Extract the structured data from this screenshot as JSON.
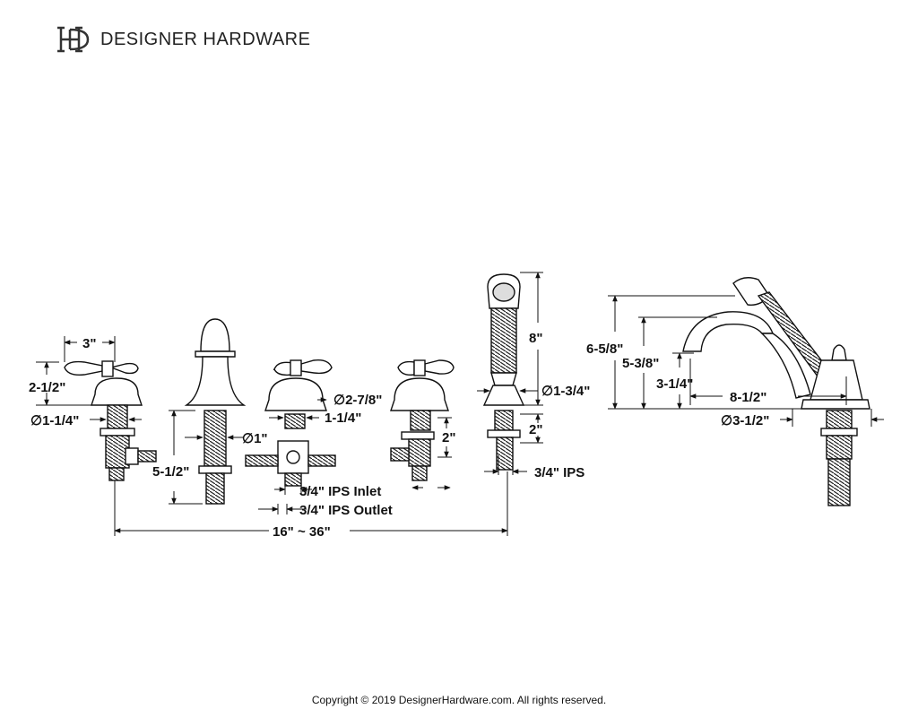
{
  "brand": {
    "name": "DESIGNER HARDWARE",
    "logo_icon": "dh-monogram-icon"
  },
  "dimensions": {
    "handle_width": "3\"",
    "handle_height": "2-1/2\"",
    "valve_diameter": "∅1-1/4\"",
    "spout_height": "5-1/2\"",
    "shank_diameter": "∅1\"",
    "diverter_diameter": "∅2-7/8\"",
    "diverter_flange": "1-1/4\"",
    "diverter_inlet": "3/4\" IPS Inlet",
    "diverter_outlet": "3/4\" IPS Outlet",
    "shank_length": "2\"",
    "spread": "16\" ~ 36\"",
    "handshower_height": "8\"",
    "handshower_diameter": "∅1-3/4\"",
    "handshower_shank": "2\"",
    "handshower_ips": "3/4\" IPS",
    "tub_spout_total": "6-5/8\"",
    "tub_spout_height": "5-3/8\"",
    "tub_spout_outlet": "3-1/4\"",
    "tub_spout_reach": "8-1/2\"",
    "tub_spout_base": "∅3-1/2\""
  },
  "footer": {
    "copyright": "Copyright © 2019 DesignerHardware.com. All rights reserved."
  }
}
